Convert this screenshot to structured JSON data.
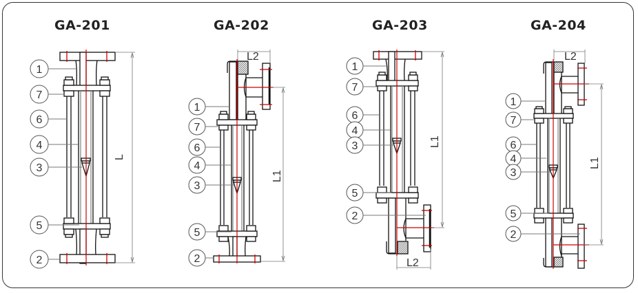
{
  "diagram": {
    "models": [
      {
        "title": "GA-201",
        "dimension_labels": [
          "L"
        ],
        "part_numbers": [
          "1",
          "7",
          "6",
          "4",
          "3",
          "5",
          "2"
        ]
      },
      {
        "title": "GA-202",
        "dimension_labels": [
          "L2",
          "L1"
        ],
        "part_numbers": [
          "1",
          "7",
          "6",
          "4",
          "3",
          "5",
          "2"
        ]
      },
      {
        "title": "GA-203",
        "dimension_labels": [
          "L1",
          "L2"
        ],
        "part_numbers": [
          "1",
          "7",
          "6",
          "4",
          "3",
          "5",
          "2"
        ]
      },
      {
        "title": "GA-204",
        "dimension_labels": [
          "L2",
          "L1"
        ],
        "part_numbers": [
          "1",
          "7",
          "6",
          "4",
          "3",
          "5",
          "2"
        ]
      }
    ],
    "colors": {
      "centerline": "#c00000",
      "outline": "#111111",
      "leader": "#777777",
      "hatch": "#999999"
    }
  }
}
